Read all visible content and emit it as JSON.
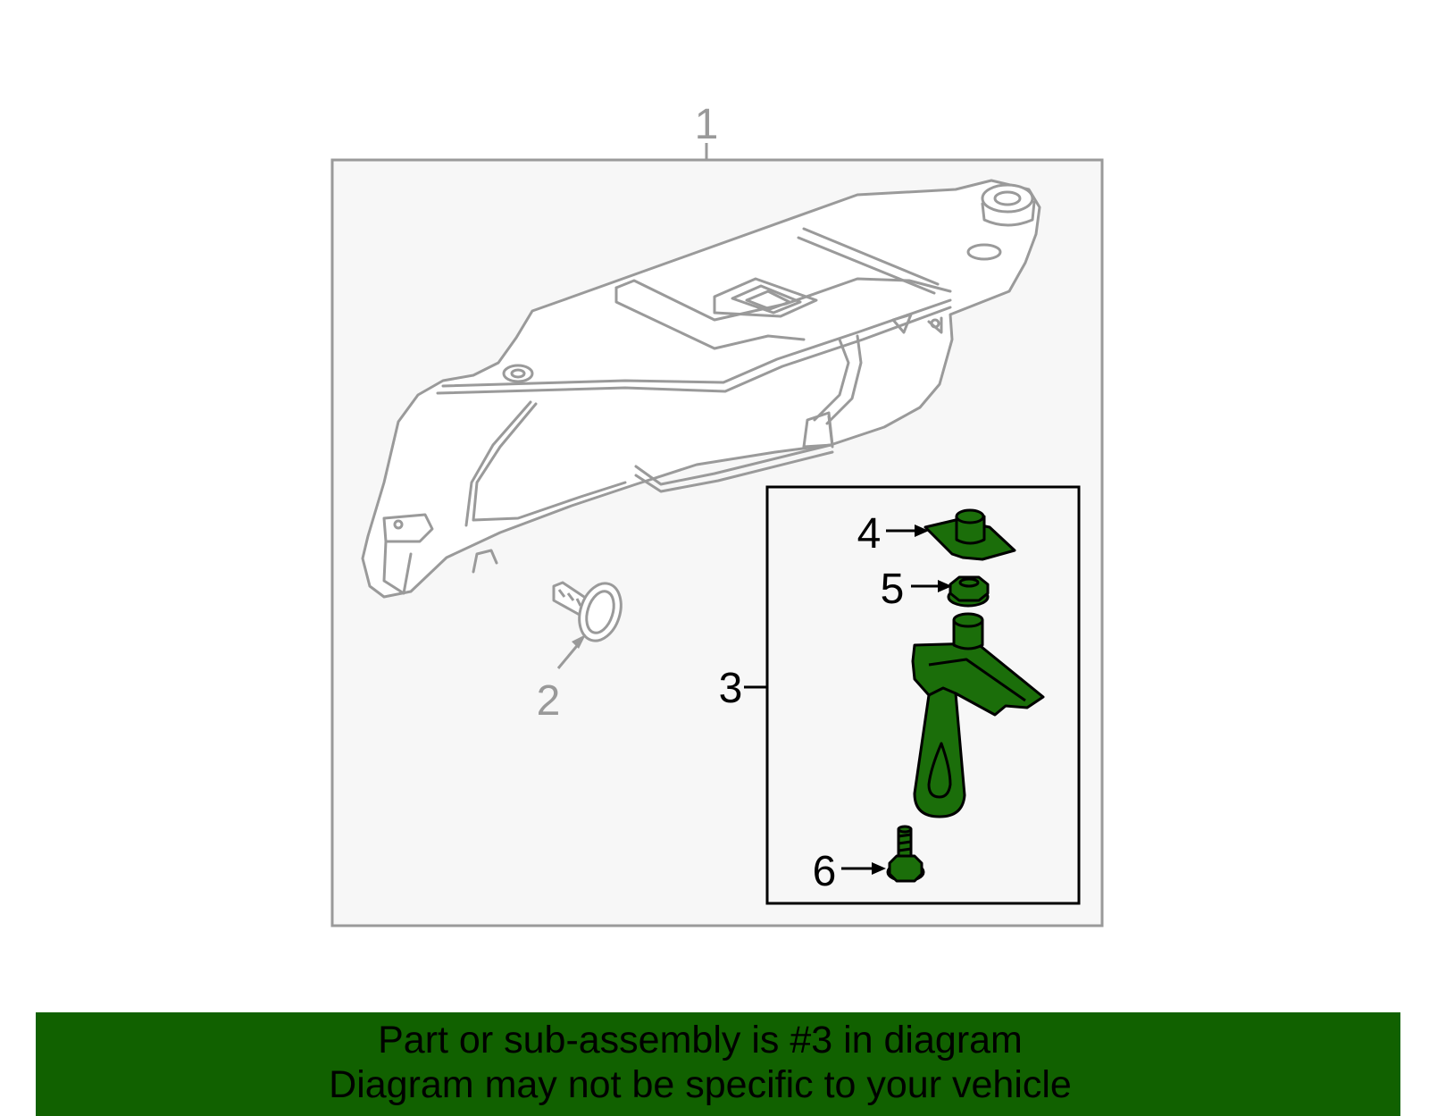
{
  "colors": {
    "highlight_part": "#1b6e0a",
    "banner_background": "#116100",
    "context_line": "#9a9a9a",
    "panel_background": "#f7f7f7"
  },
  "callouts": {
    "c1": "1",
    "c2": "2",
    "c3": "3",
    "c4": "4",
    "c5": "5",
    "c6": "6"
  },
  "banner": {
    "line1": "Part or sub-assembly is #3 in diagram",
    "line2": "Diagram may not be specific to your vehicle"
  }
}
